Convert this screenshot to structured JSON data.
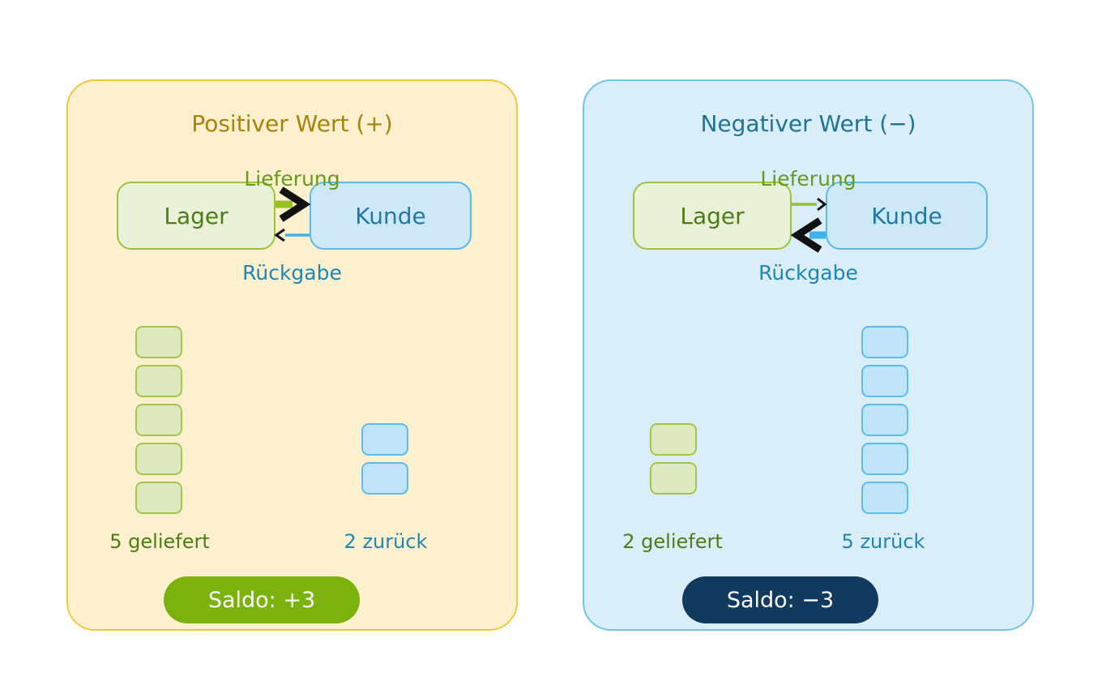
{
  "figure": {
    "panels": [
      {
        "title": "Positiver Wert (+)",
        "lager_label": "Lager",
        "kunde_label": "Kunde",
        "lieferung_label": "Lieferung",
        "rueckgabe_label": "Rückgabe",
        "delivered_count": 5,
        "returned_count": 2,
        "delivered_caption": "5 geliefert",
        "returned_caption": "2 zurück",
        "saldo_label": "Saldo: +3"
      },
      {
        "title": "Negativer Wert (−)",
        "lager_label": "Lager",
        "kunde_label": "Kunde",
        "lieferung_label": "Lieferung",
        "rueckgabe_label": "Rückgabe",
        "delivered_count": 2,
        "returned_count": 5,
        "delivered_caption": "2 geliefert",
        "returned_caption": "5 zurück",
        "saldo_label": "Saldo: −3"
      }
    ]
  },
  "colors": {
    "positive_panel_bg": "#fcf0ce",
    "positive_panel_border": "#f3c73c",
    "positive_title": "#a9820b",
    "negative_panel_bg": "#d9eef9",
    "negative_panel_border": "#6ec6ea",
    "negative_title": "#1f7396",
    "lager_fill": "#e9f1d8",
    "lager_border": "#9dc23c",
    "lager_text": "#4d7c16",
    "kunde_fill": "#cde9f8",
    "kunde_border": "#5bb8e8",
    "kunde_text": "#2478a8",
    "lieferung_label": "#679b1f",
    "rueckgabe_label": "#1f86b4",
    "delivery_arrow": "#96c11f",
    "return_arrow": "#3db2ec",
    "arrowhead": "#111111",
    "item_green_fill": "#dde9be",
    "item_green_border": "#a3c54b",
    "item_blue_fill": "#bfe3f7",
    "item_blue_border": "#5fbbe8",
    "delivered_text": "#4d7c16",
    "returned_text": "#1f86b4",
    "saldo_positive_bg": "#7ab20e",
    "saldo_negative_bg": "#123a5f",
    "saldo_text": "#ffffff"
  }
}
